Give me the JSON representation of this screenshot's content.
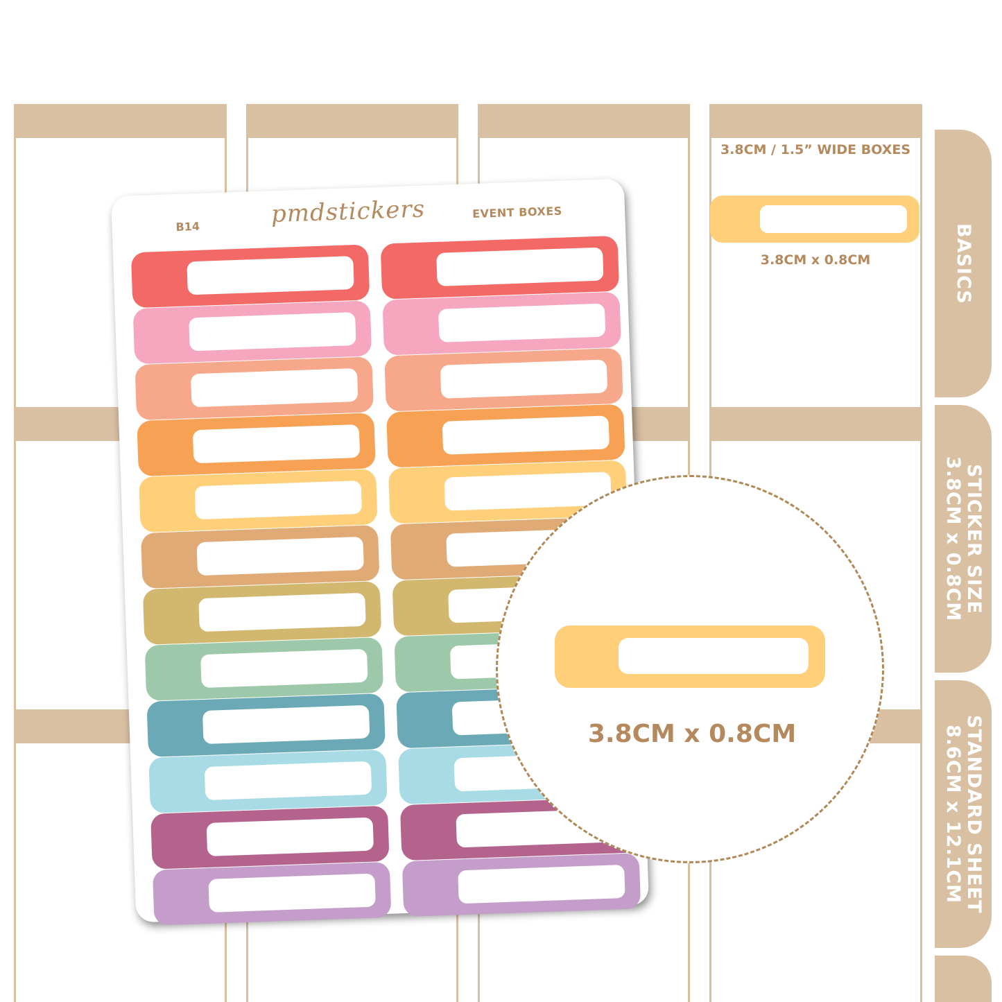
{
  "sheet": {
    "code": "B14",
    "brand": "pmdstickers",
    "title": "EVENT BOXES",
    "colors": [
      "#f26966",
      "#f6a6bf",
      "#f8a88a",
      "#f7a154",
      "#ffcf79",
      "#e0aa77",
      "#d2b86e",
      "#9dc9aa",
      "#6aa9b5",
      "#a8dbe6",
      "#b3638c",
      "#c59dcb"
    ]
  },
  "info": {
    "title": "3.8CM / 1.5” WIDE BOXES",
    "dimensions": "3.8CM x 0.8CM",
    "sticker_color": "#ffcf79"
  },
  "zoom": {
    "dimensions": "3.8CM x 0.8CM"
  },
  "tabs": [
    {
      "label": "BASICS"
    },
    {
      "label": "STICKER SIZE\n3.8CM x 0.8CM"
    },
    {
      "label": "STANDARD SHEET\n8.6CM x 12.1CM"
    },
    {
      "label": ""
    }
  ],
  "palette": {
    "band": "#d9c0a3",
    "accent_text": "#b4895d"
  }
}
